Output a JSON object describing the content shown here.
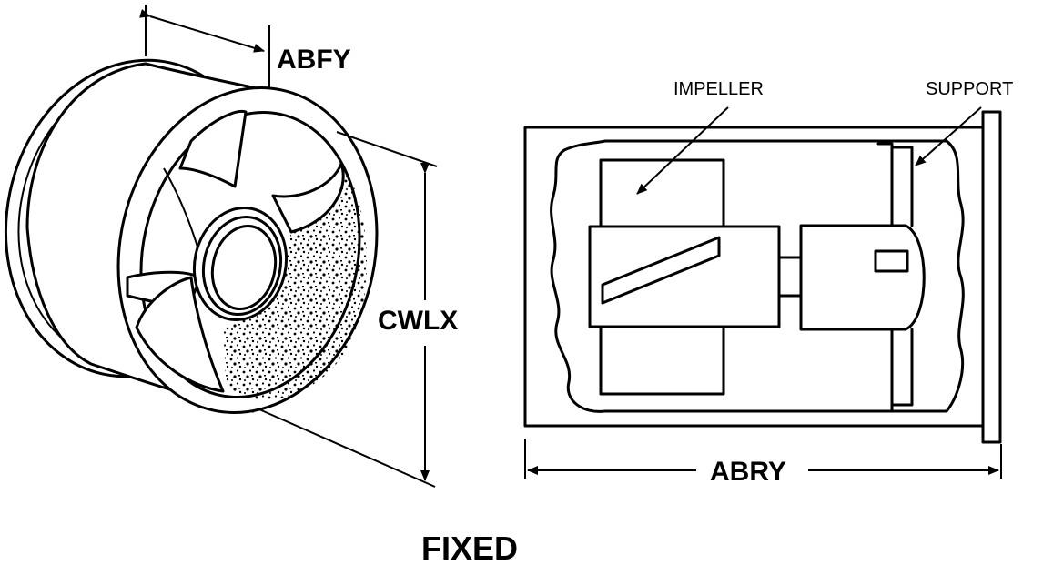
{
  "labels": {
    "abfy": "ABFY",
    "cwlx": "CWLX",
    "abry": "ABRY",
    "impeller": "IMPELLER",
    "support": "SUPPORT",
    "title": "FIXED"
  }
}
